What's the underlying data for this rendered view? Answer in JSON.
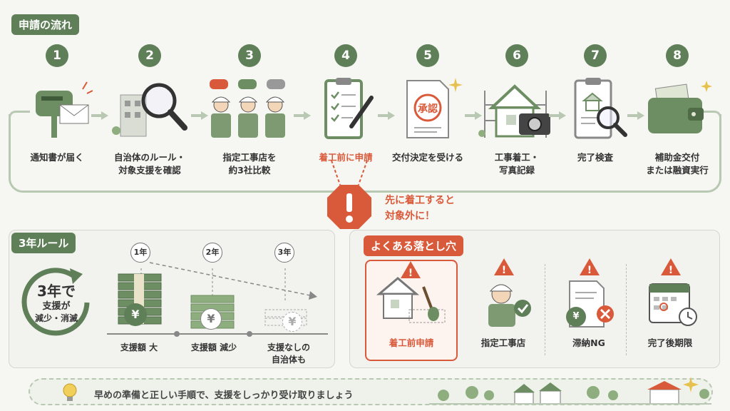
{
  "title": "申請の流れ",
  "steps": [
    {
      "num": "1",
      "line1": "通知書が届く",
      "line2": ""
    },
    {
      "num": "2",
      "line1": "自治体のルール・",
      "line2": "対象支援を確認"
    },
    {
      "num": "3",
      "line1": "指定工事店を",
      "line2": "約3社比較"
    },
    {
      "num": "4",
      "line1": "着工前に申請",
      "line2": ""
    },
    {
      "num": "5",
      "line1": "交付決定を受ける",
      "line2": ""
    },
    {
      "num": "6",
      "line1": "工事着工・",
      "line2": "写真記録"
    },
    {
      "num": "7",
      "line1": "完了検査",
      "line2": ""
    },
    {
      "num": "8",
      "line1": "補助金交付",
      "line2": "または融資実行"
    }
  ],
  "stamp_text": "承認",
  "warning": {
    "line1": "先に着工すると",
    "line2": "対象外に！"
  },
  "rule": {
    "title": "3年ルール",
    "circle_line1": "3年で",
    "circle_line2": "支援が",
    "circle_line3": "減少・消滅",
    "years": [
      "1年",
      "2年",
      "3年"
    ],
    "labels": [
      "支援額 大",
      "支援額 減少",
      "支援なしの"
    ],
    "label3_line2": "自治体も",
    "yen": "¥"
  },
  "pitfalls": {
    "title": "よくある落とし穴",
    "items": [
      "着工前申請",
      "指定工事店",
      "滞納NG",
      "完了後期限"
    ],
    "yen": "¥"
  },
  "tip": "早めの準備と正しい手順で、支援をしっかり受け取りましょう",
  "colors": {
    "green": "#5f7f58",
    "red": "#d95a3a",
    "light_green": "#b9c8b3"
  }
}
